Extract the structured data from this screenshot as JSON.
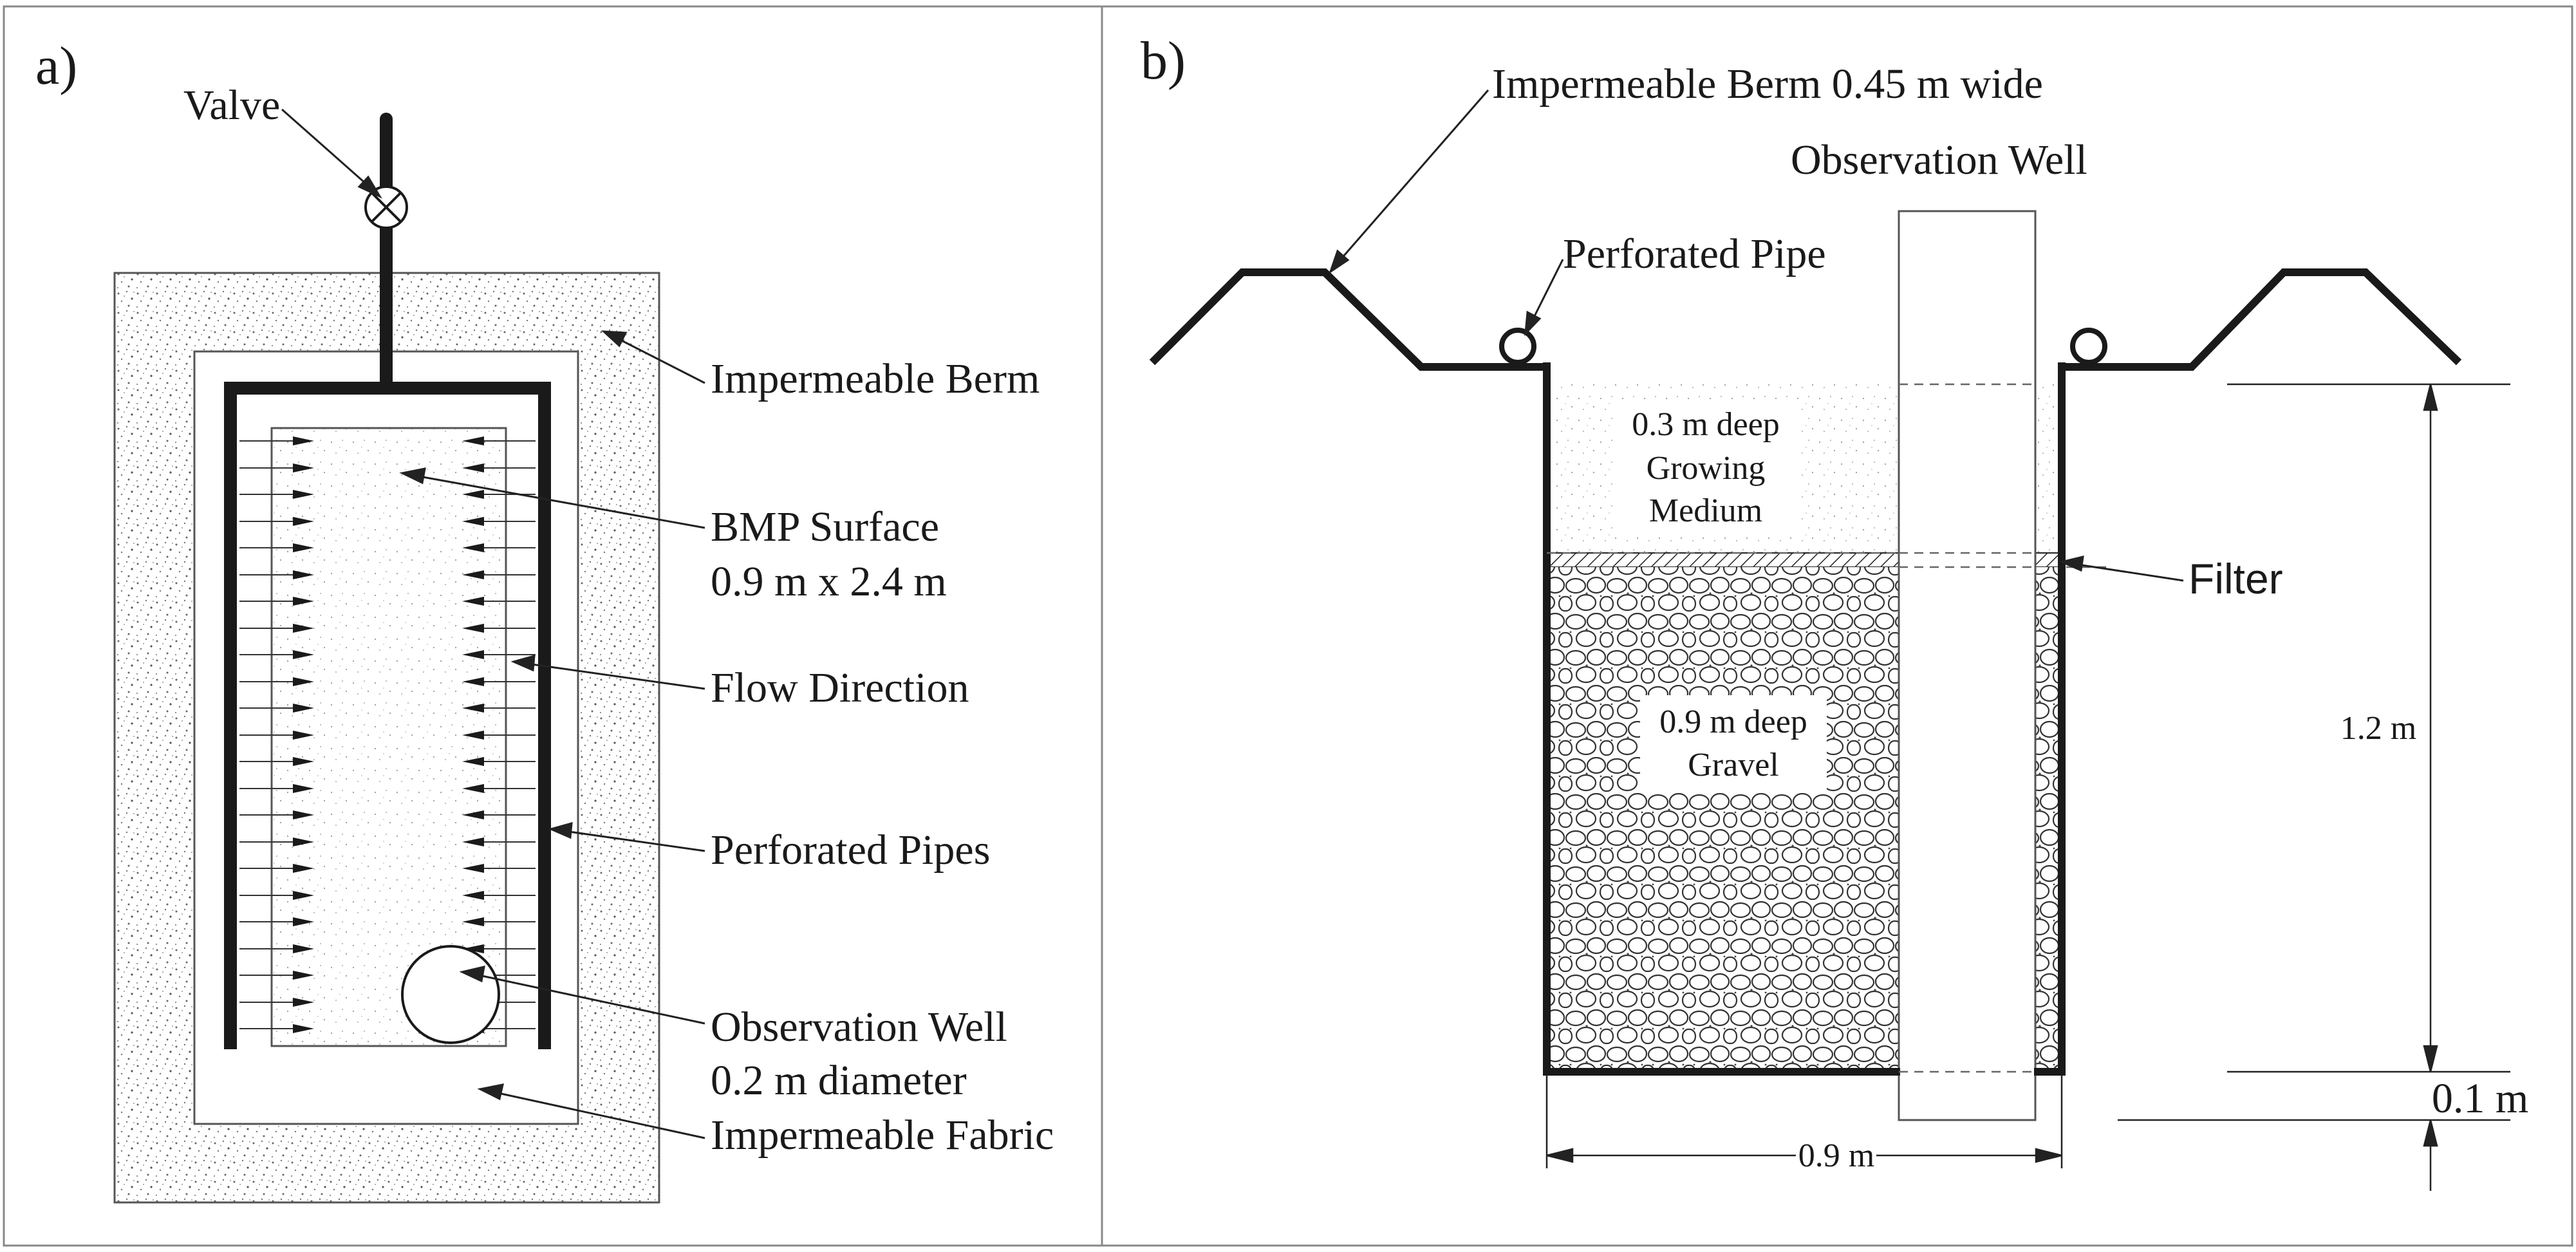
{
  "panel_a": {
    "label": "a)",
    "valve": "Valve",
    "impermeable_berm": "Impermeable Berm",
    "bmp_surface_line1": "BMP Surface",
    "bmp_surface_line2": "0.9 m x 2.4 m",
    "flow_direction": "Flow Direction",
    "perforated_pipes": "Perforated Pipes",
    "observation_well_line1": "Observation Well",
    "observation_well_line2": "0.2 m diameter",
    "impermeable_fabric": "Impermeable Fabric"
  },
  "panel_b": {
    "label": "b)",
    "impermeable_berm": "Impermeable Berm 0.45 m wide",
    "observation_well": "Observation Well",
    "perforated_pipe": "Perforated Pipe",
    "growing_medium_line1": "0.3 m deep",
    "growing_medium_line2": "Growing",
    "growing_medium_line3": "Medium",
    "filter": "Filter",
    "gravel_line1": "0.9 m deep",
    "gravel_line2": "Gravel",
    "dim_height": "1.2 m",
    "dim_bottom": "0.1 m",
    "dim_width": "0.9 m"
  },
  "colors": {
    "line": "#1a1a1a",
    "frame": "#888888",
    "fill": "#ffffff"
  }
}
